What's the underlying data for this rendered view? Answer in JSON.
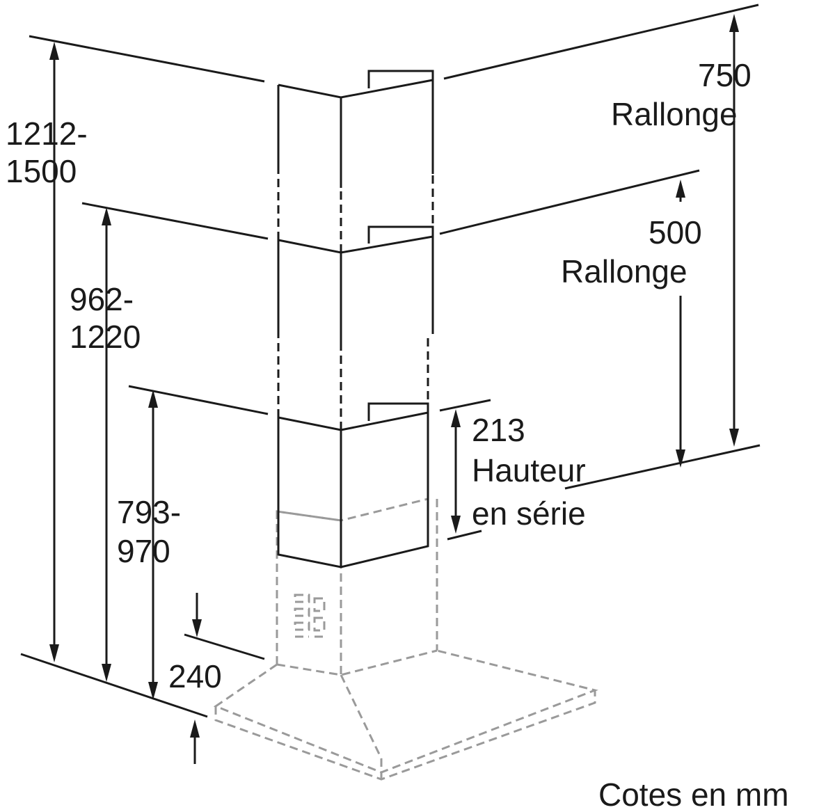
{
  "labels": {
    "total_height_top": "1212-",
    "total_height_bottom": "1500",
    "height_500_top": "962-",
    "height_500_bottom": "1220",
    "height_std_top": "793-",
    "height_std_bottom": "970",
    "hood_height": "240",
    "ext_750_value": "750",
    "ext_750_label": "Rallonge",
    "ext_500_value": "500",
    "ext_500_label": "Rallonge",
    "std_value": "213",
    "std_label_1": "Hauteur",
    "std_label_2": "en série",
    "units_note": "Cotes en mm"
  },
  "colors": {
    "line": "#1a1a1a",
    "hidden_line": "#9a9a9a",
    "background": "#ffffff"
  }
}
